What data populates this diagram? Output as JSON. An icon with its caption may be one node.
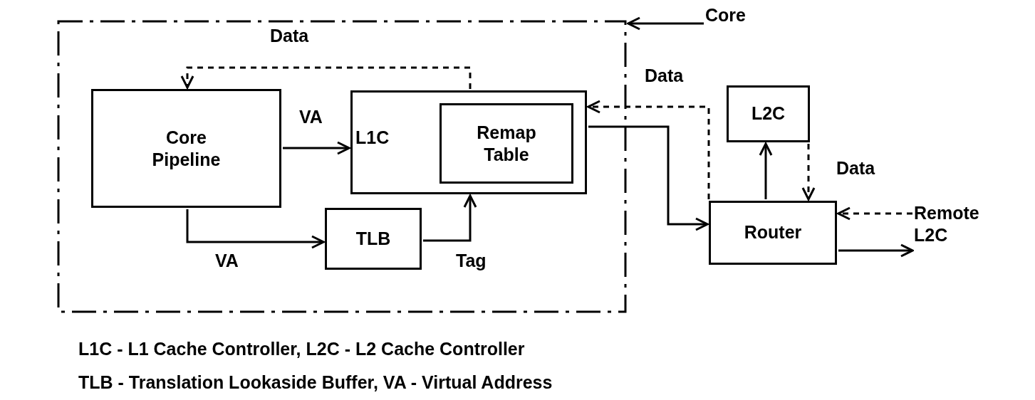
{
  "diagram": {
    "nodes": [
      {
        "text": [],
        "shape": "box"
      },
      {
        "text": [
          "Core Pipeline"
        ],
        "in": 0
      },
      {
        "text": [
          "L1C"
        ],
        "in": 0
      },
      {
        "text": [
          "Remap Table"
        ],
        "in": 2
      },
      {
        "text": [
          "TLB"
        ],
        "in": 0
      },
      {
        "text": [
          "L2C"
        ]
      },
      {
        "text": [
          "Router"
        ]
      },
      {
        "text": [
          "Core"
        ]
      },
      {
        "text": [
          "Remote L2C"
        ]
      }
    ],
    "edges": [
      {
        "from": 7,
        "to": 0,
        "arrow": "to"
      },
      {
        "from": 2,
        "to": 1,
        "arrow": "to",
        "label": "Data",
        "style": "dashed"
      },
      {
        "from": 1,
        "to": 2,
        "arrow": "to",
        "label": "VA"
      },
      {
        "from": 1,
        "to": 4,
        "arrow": "to",
        "label": "VA"
      },
      {
        "from": 4,
        "to": 2,
        "arrow": "to",
        "label": "Tag"
      },
      {
        "from": 2,
        "to": 6,
        "arrow": "to"
      },
      {
        "from": 6,
        "to": 2,
        "arrow": "to",
        "label": "Data",
        "style": "dashed"
      },
      {
        "from": 6,
        "to": 5,
        "arrow": "to"
      },
      {
        "from": 5,
        "to": 6,
        "arrow": "to",
        "label": "Data",
        "style": "dashed"
      },
      {
        "from": 8,
        "to": 6,
        "arrow": "to",
        "style": "dashed"
      },
      {
        "from": 6,
        "to": 8,
        "arrow": "to"
      }
    ],
    "labels": [
      "L1C - L1 Cache Controller, L2C - L2 Cache Controller",
      "TLB - Translation Lookaside Buffer, VA - Virtual Address"
    ]
  }
}
